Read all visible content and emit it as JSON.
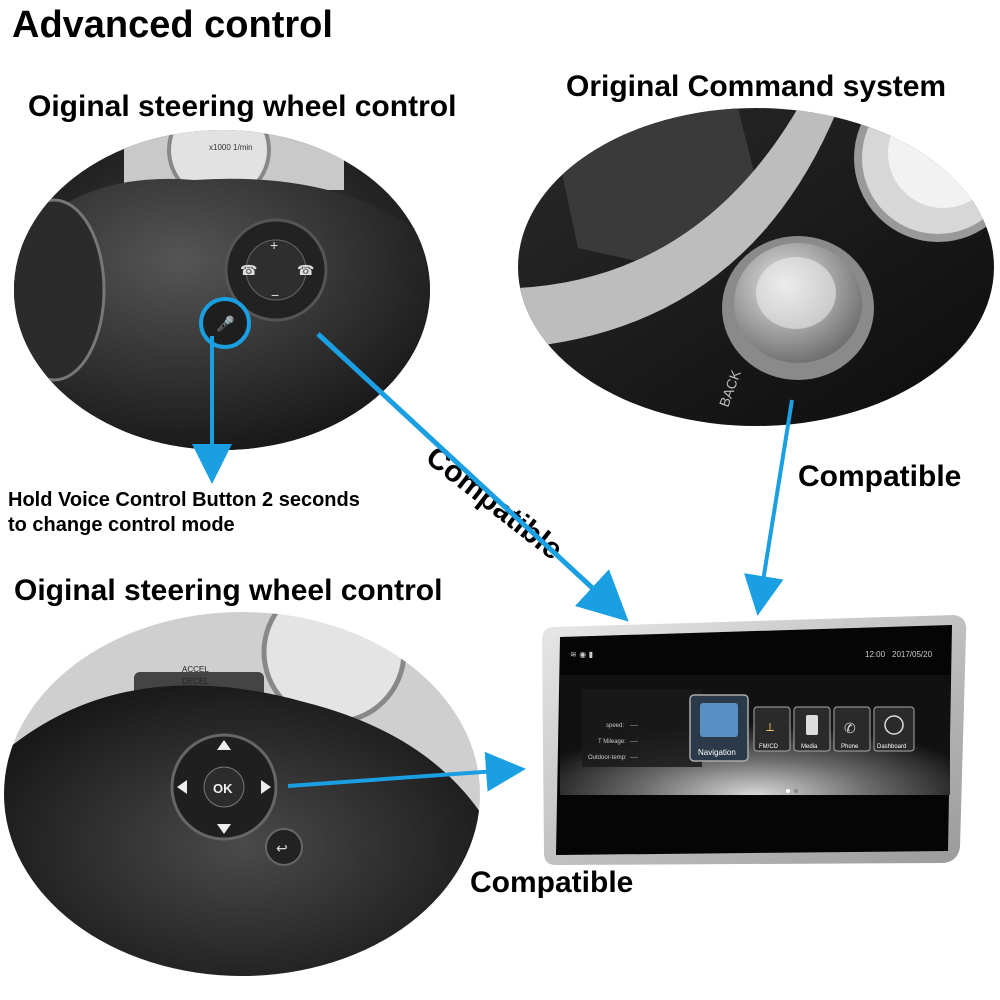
{
  "page": {
    "title": "Advanced control",
    "top_left_heading": "Oiginal steering wheel control",
    "top_right_heading": "Original Command system",
    "bottom_left_heading": "Oiginal steering wheel control",
    "voice_note_line1": "Hold Voice Control Button 2 seconds",
    "voice_note_line2": "to change control mode",
    "compatible_diagonal": "Compatible",
    "compatible_right": "Compatible",
    "compatible_bottom": "Compatible"
  },
  "photos": {
    "knob_back_label": "BACK",
    "gauge_label": "x1000 1/min",
    "stalk_accel": "ACCEL",
    "stalk_decel": "DECEL",
    "ok_label": "OK"
  },
  "screen": {
    "time": "12:00",
    "date": "2017/05/20",
    "info_rows": [
      {
        "label": "speed:",
        "value": "----"
      },
      {
        "label": "T Mileage:",
        "value": "----"
      },
      {
        "label": "Outdoor-temp:",
        "value": "----"
      }
    ],
    "apps": [
      {
        "label": "Navigation"
      },
      {
        "label": "FM/CD"
      },
      {
        "label": "Media"
      },
      {
        "label": "Phone"
      },
      {
        "label": "Dashboard"
      }
    ]
  },
  "colors": {
    "arrow": "#1a9fe3",
    "text": "#000000"
  }
}
